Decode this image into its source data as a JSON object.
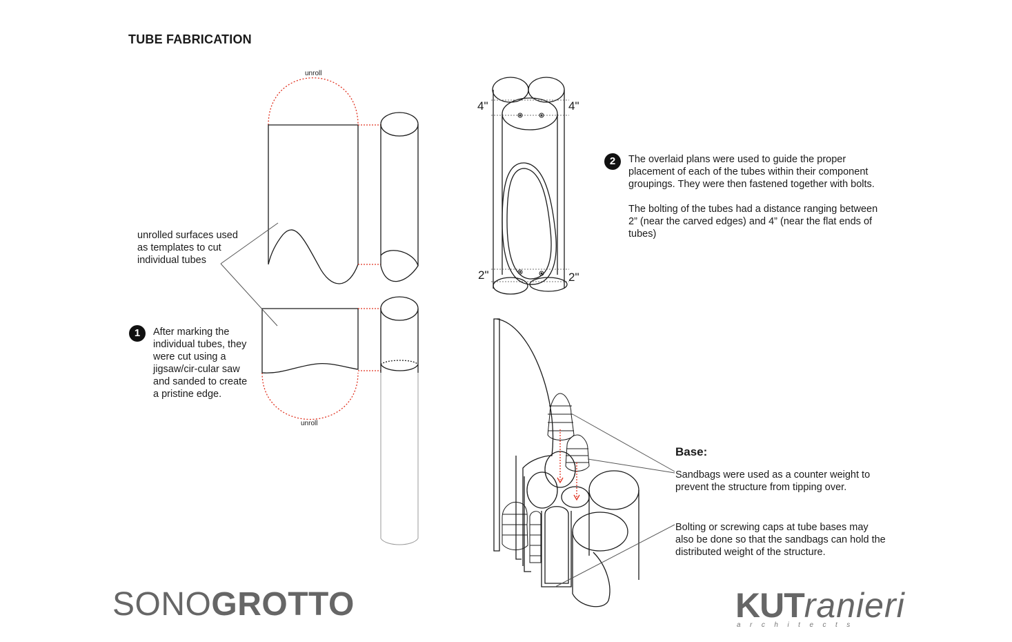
{
  "title": "TUBE FABRICATION",
  "labels": {
    "unroll_top": "unroll",
    "unroll_bottom": "unroll",
    "unrolled_surfaces": "unrolled surfaces used as templates to cut individual tubes",
    "dim_4_left": "4\"",
    "dim_4_right": "4\"",
    "dim_2_left": "2\"",
    "dim_2_right": "2\""
  },
  "step1": {
    "number": "1",
    "text": "After marking the individual tubes, they were cut using a jigsaw/cir-cular saw and sanded to create a pristine edge."
  },
  "step2": {
    "number": "2",
    "text1": "The overlaid plans were used to guide the proper placement of each of the tubes within their component groupings.  They were then fastened together with bolts.",
    "text2": "The bolting of the tubes had a distance ranging between  2” (near the carved edges) and 4” (near the flat ends of tubes)"
  },
  "base": {
    "heading": "Base:",
    "note1": "Sandbags were used as a counter weight to prevent the structure from tipping over.",
    "note2": "Bolting or screwing caps at tube bases may also be done so that the sandbags can hold the distributed weight of the structure."
  },
  "brand_left": {
    "light": "SONO",
    "bold": "GROTTO"
  },
  "brand_right": {
    "kut": "KUT",
    "ranieri": "ranieri",
    "sub": "architects"
  },
  "colors": {
    "line": "#1a1a1a",
    "accent": "#e0301e",
    "leader": "#555555"
  }
}
